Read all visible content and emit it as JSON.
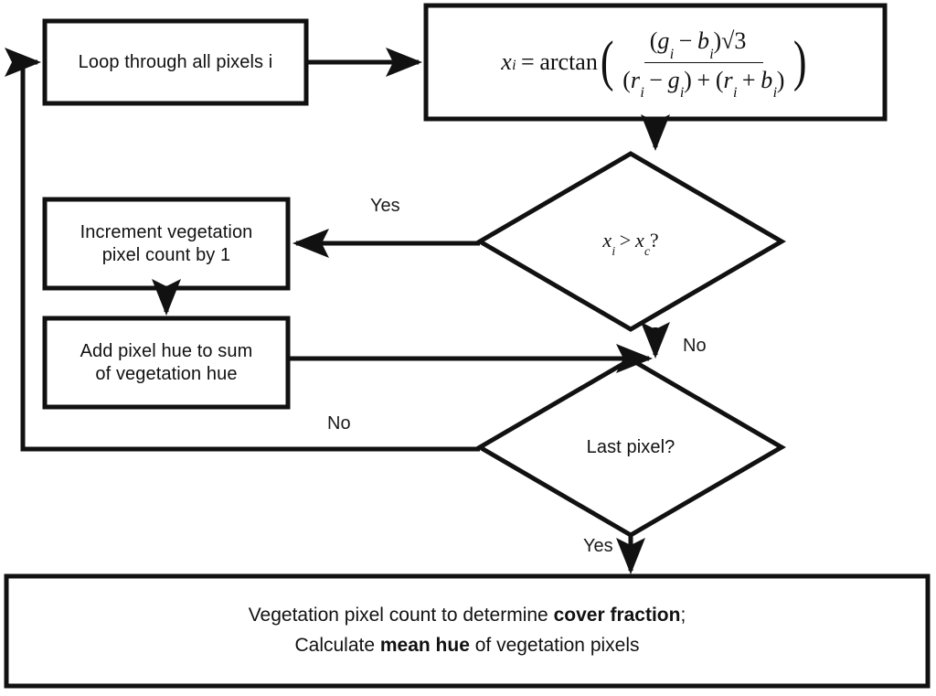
{
  "diagram": {
    "type": "flowchart",
    "title": "Vegetation pixel classification flowchart",
    "colors": {
      "stroke": "#111111",
      "background": "#ffffff",
      "text": "#111111"
    },
    "nodes": {
      "loop_box": {
        "label": "Loop through all pixels i",
        "shape": "rectangle"
      },
      "formula_box": {
        "shape": "rectangle",
        "formula_plain": "x_i = arctan( (g_i - b_i)*sqrt(3) / ((r_i - g_i) + (r_i + b_i)) )",
        "lhs_var": "x",
        "lhs_sub": "i",
        "equals": "=",
        "function_name": "arctan",
        "numerator": {
          "left_paren": "(",
          "term1_var": "g",
          "term1_sub": "i",
          "minus": "−",
          "term2_var": "b",
          "term2_sub": "i",
          "right_paren": ")",
          "radical": "√",
          "radicand": "3"
        },
        "denominator": {
          "group1": {
            "open": "(",
            "v1": "r",
            "s1": "i",
            "op": "−",
            "v2": "g",
            "s2": "i",
            "close": ")"
          },
          "plus": "+",
          "group2": {
            "open": "(",
            "v1": "r",
            "s1": "i",
            "op": "+",
            "v2": "b",
            "s2": "i",
            "close": ")"
          }
        }
      },
      "decision_threshold": {
        "shape": "diamond",
        "label_plain": "x_i > x_c ?",
        "var1": "x",
        "sub1": "i",
        "operator": ">",
        "var2": "x",
        "sub2": "c",
        "question_mark": "?"
      },
      "increment_box": {
        "label": "Increment vegetation\npixel count by 1",
        "line1": "Increment vegetation",
        "line2": "pixel count by 1",
        "shape": "rectangle"
      },
      "add_hue_box": {
        "label": "Add pixel hue to sum\nof vegetation hue",
        "line1": "Add pixel hue to sum",
        "line2": "of vegetation hue",
        "shape": "rectangle"
      },
      "decision_last_pixel": {
        "label": "Last pixel?",
        "shape": "diamond"
      },
      "final_box": {
        "shape": "rectangle",
        "line1_pre": "Vegetation pixel count to determine ",
        "line1_bold": "cover fraction",
        "line1_post": ";",
        "line2_pre": "Calculate ",
        "line2_bold": "mean hue",
        "line2_post": " of vegetation pixels"
      }
    },
    "edge_labels": {
      "threshold_yes": "Yes",
      "threshold_no": "No",
      "last_pixel_no": "No",
      "last_pixel_yes": "Yes"
    }
  }
}
